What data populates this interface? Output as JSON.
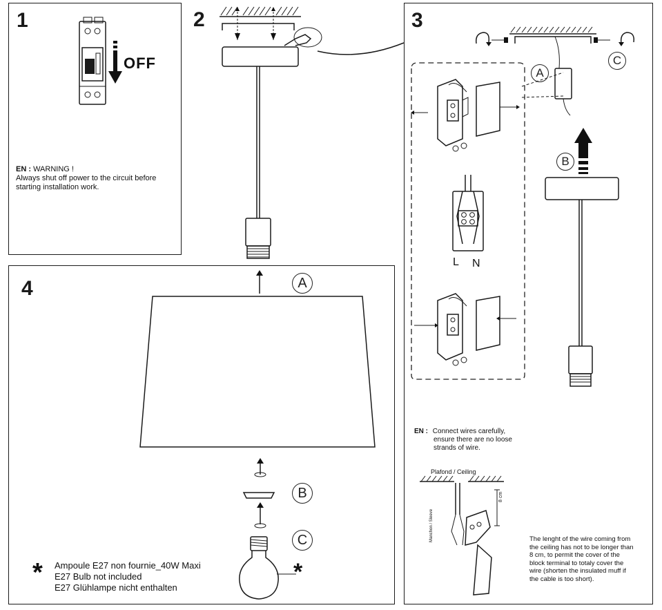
{
  "step1": {
    "number": "1",
    "off_label": "OFF",
    "warning_lang": "EN :",
    "warning_title": "WARNING !",
    "warning_line1": "Always shut off power to the circuit before",
    "warning_line2": "starting installation work."
  },
  "step2": {
    "number": "2"
  },
  "step3": {
    "number": "3",
    "label_a": "A",
    "label_b": "B",
    "label_c": "C",
    "terminal_l": "L",
    "terminal_n": "N",
    "connect_lang": "EN :",
    "connect_line1": "Connect wires carefully,",
    "connect_line2": "ensure there are no loose",
    "connect_line3": "strands of wire.",
    "ceiling_label": "Plafond / Ceiling",
    "sleeve_label": "Manchon / Sleeve",
    "length_label": "8 cm",
    "note_line1": "The lenght of the wire coming from",
    "note_line2": "the ceiling has not to be longer than",
    "note_line3": "8 cm, to permit the cover of the",
    "note_line4": "block terminal to totaly cover the",
    "note_line5": "wire (shorten the insulated muff if",
    "note_line6": "the cable is too short)."
  },
  "step4": {
    "number": "4",
    "label_a": "A",
    "label_b": "B",
    "label_c": "C",
    "asterisk": "*",
    "bulb_line1": "Ampoule E27 non fournie_40W Maxi",
    "bulb_line2": "E27 Bulb not included",
    "bulb_line3": "E27 Glühlampe nicht enthalten"
  }
}
